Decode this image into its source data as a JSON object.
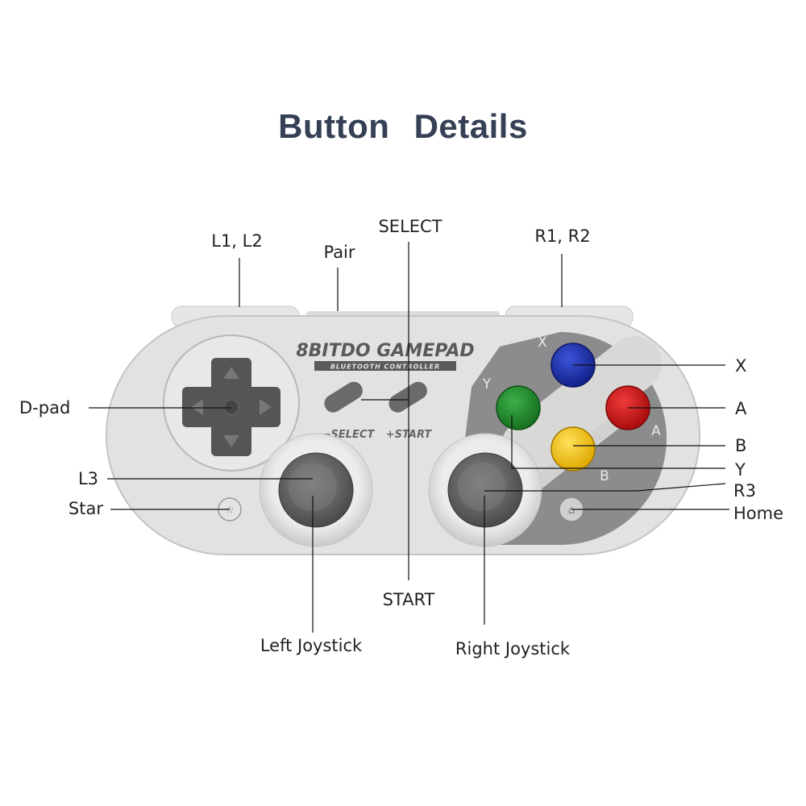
{
  "title": "Button  Details",
  "controller": {
    "brand": "8BITDO GAMEPAD",
    "subtitle": "BLUETOOTH CONTROLLER",
    "select_print": "−SELECT",
    "start_print": "+START",
    "face_letters": {
      "x": "X",
      "y": "Y",
      "a": "A",
      "b": "B"
    },
    "colors": {
      "x_button": "#1a2ea8",
      "y_button": "#1f8a2a",
      "a_button": "#d01818",
      "b_button": "#f5c518",
      "body": "#e2e2e0",
      "face_panel": "#8c8c8e",
      "dpad": "#555555"
    }
  },
  "callouts": {
    "l1_l2": "L1, L2",
    "pair": "Pair",
    "select": "SELECT",
    "r1_r2": "R1, R2",
    "dpad": "D-pad",
    "l3": "L3",
    "star": "Star",
    "x": "X",
    "a": "A",
    "b": "B",
    "y": "Y",
    "r3": "R3",
    "home": "Home",
    "start": "START",
    "left_joystick": "Left Joystick",
    "right_joystick": "Right Joystick"
  }
}
